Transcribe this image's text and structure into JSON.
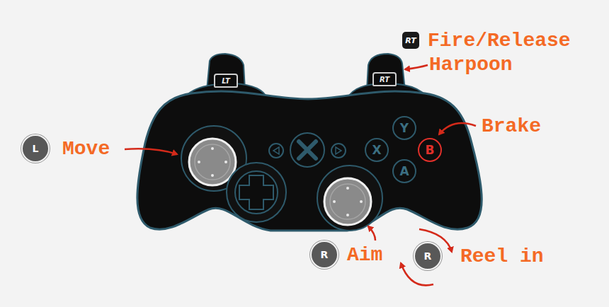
{
  "diagram": {
    "nodes": [
      {
        "text": [
          "RT"
        ]
      },
      {
        "text": [
          "LT"
        ]
      },
      {
        "text": [
          "RT"
        ]
      },
      {
        "text": [
          "Y"
        ]
      },
      {
        "text": [
          "X"
        ]
      },
      {
        "text": [
          "B"
        ]
      },
      {
        "text": [
          "A"
        ]
      },
      {
        "text": [
          "L"
        ]
      },
      {
        "text": [
          "R"
        ]
      },
      {
        "text": [
          "R"
        ]
      }
    ],
    "labels": [
      "Fire/Release",
      "Harpoon",
      "Brake",
      "Move",
      "Aim",
      "Reel in"
    ]
  }
}
